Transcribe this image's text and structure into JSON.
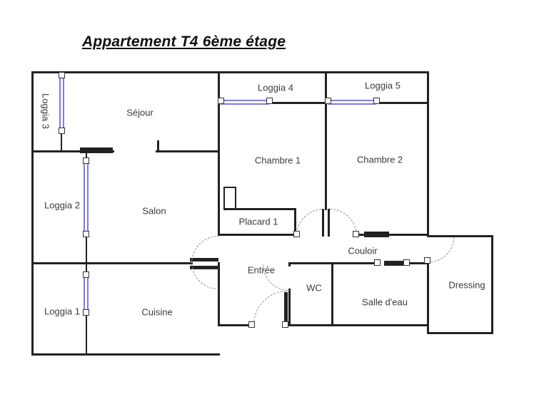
{
  "title": "Appartement T4 6ème étage",
  "rooms": {
    "loggia3": "Loggia 3",
    "sejour": "Séjour",
    "loggia4": "Loggia 4",
    "loggia5": "Loggia 5",
    "chambre1": "Chambre 1",
    "chambre2": "Chambre 2",
    "loggia2": "Loggia 2",
    "salon": "Salon",
    "placard1": "Placard 1",
    "couloir": "Couloir",
    "entree": "Entrée",
    "wc": "WC",
    "salle_deau": "Salle d'eau",
    "dressing": "Dressing",
    "loggia1": "Loggia 1",
    "cuisine": "Cuisine"
  },
  "colors": {
    "wall": "#222222",
    "window": "#7d7de0",
    "door_arc": "#8f8f8f",
    "text": "#3a3a3a",
    "background": "#ffffff"
  }
}
